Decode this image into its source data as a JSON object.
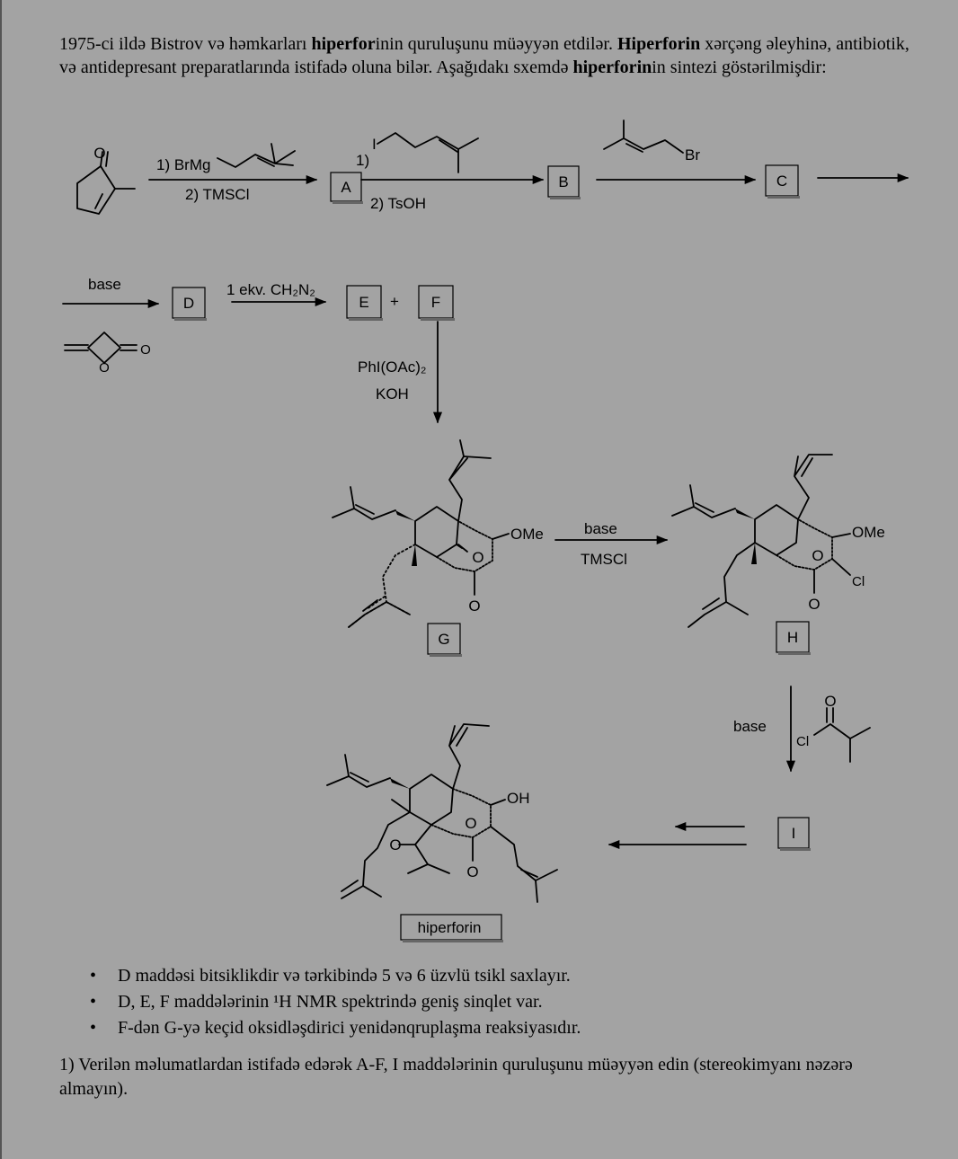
{
  "intro": {
    "p1": "1975-ci ildə Bistrov və həmkarları ",
    "hyper1": "hiperfor",
    "p2": "inin quruluşunu müəyyən etdilər. ",
    "hyper2": "Hiperforin",
    "p3": " xərçəng əleyhinə, antibiotik, və antidepresant preparatlarında istifadə oluna bilər. Aşağıdakı sxemdə ",
    "hyper3": "hiperforin",
    "p4": "in sintezi göstərilmişdir:"
  },
  "scheme": {
    "boxes": {
      "A": "A",
      "B": "B",
      "C": "C",
      "D": "D",
      "E": "E",
      "F": "F",
      "G": "G",
      "H": "H",
      "I": "I",
      "hiperforin": "hiperforin"
    },
    "reagents": {
      "r1_step1": "1) BrMg",
      "r1_step2": "2) TMSCl",
      "r2_step1": "1)",
      "r2_iodo": "I",
      "r2_step2": "2)  TsOH",
      "r3_br": "Br",
      "r4_base": "base",
      "r5": "1 ekv. CH₂N₂",
      "plus": "+",
      "r6_reagent1": "PhI(OAc)₂",
      "r6_reagent2": "KOH",
      "r7_base": "base",
      "r7_tmscl": "TMSCl",
      "r8_base": "base",
      "r8_cl": "Cl"
    },
    "atoms": {
      "O": "O",
      "OMe": "OMe",
      "OH": "OH",
      "Cl": "Cl"
    }
  },
  "notes": [
    "D maddəsi bitsiklikdir və tərkibində 5 və 6 üzvlü tsikl saxlayır.",
    "D, E, F maddələrinin ¹H NMR spektrində geniş sinqlet var.",
    "F-dən G-yə keçid oksidləşdirici yenidənqruplaşma reaksiyasıdır."
  ],
  "question": "1) Verilən məlumatlardan istifadə edərək A-F, I maddələrinin quruluşunu müəyyən edin (stereokimyanı nəzərə almayın)."
}
